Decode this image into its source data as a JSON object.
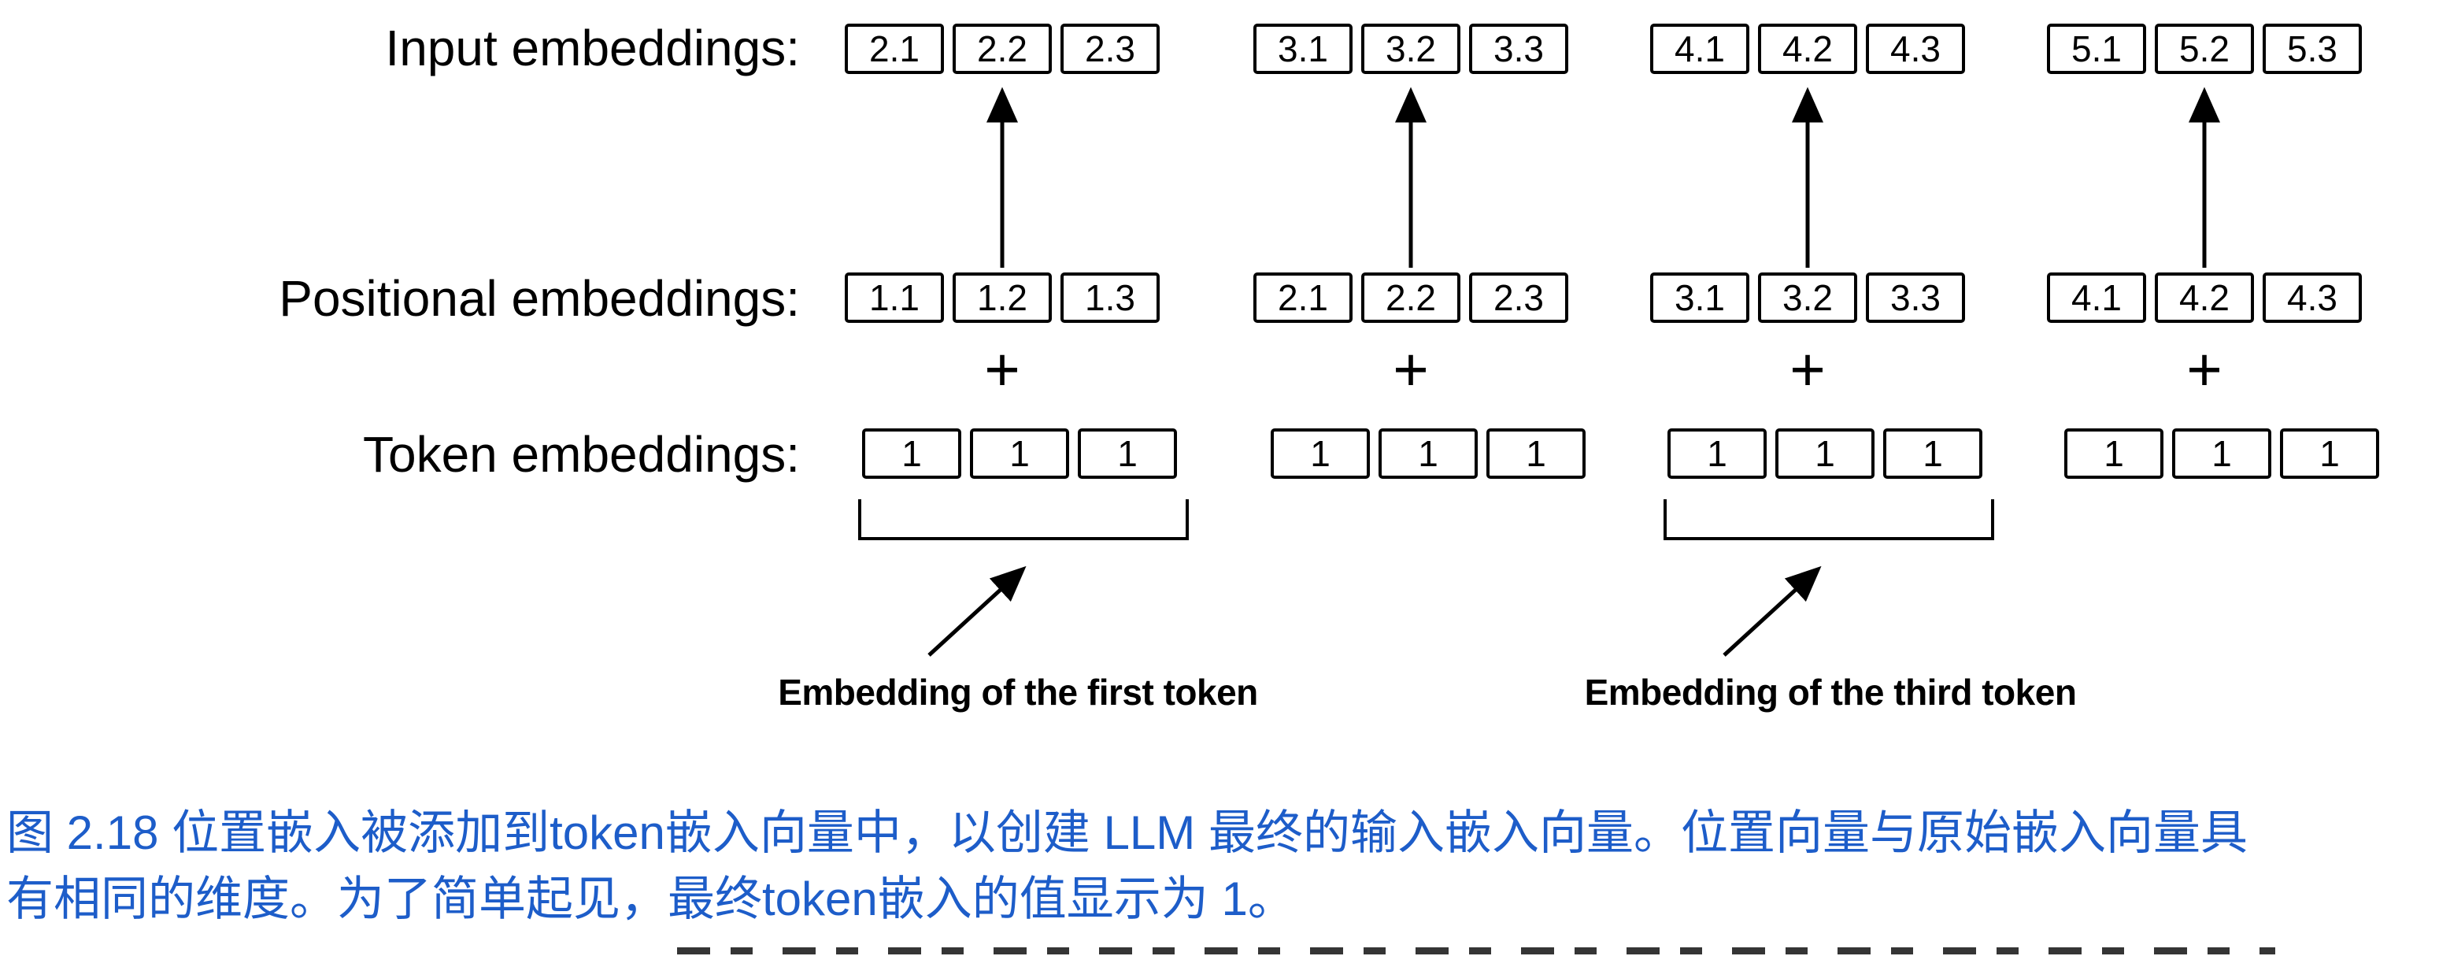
{
  "figure": {
    "row_labels": {
      "input": "Input embeddings:",
      "positional": "Positional embeddings:",
      "token": "Token embeddings:"
    },
    "input_groups": [
      [
        "2.1",
        "2.2",
        "2.3"
      ],
      [
        "3.1",
        "3.2",
        "3.3"
      ],
      [
        "4.1",
        "4.2",
        "4.3"
      ],
      [
        "5.1",
        "5.2",
        "5.3"
      ]
    ],
    "positional_groups": [
      [
        "1.1",
        "1.2",
        "1.3"
      ],
      [
        "2.1",
        "2.2",
        "2.3"
      ],
      [
        "3.1",
        "3.2",
        "3.3"
      ],
      [
        "4.1",
        "4.2",
        "4.3"
      ]
    ],
    "token_groups": [
      [
        "1",
        "1",
        "1"
      ],
      [
        "1",
        "1",
        "1"
      ],
      [
        "1",
        "1",
        "1"
      ],
      [
        "1",
        "1",
        "1"
      ]
    ],
    "plus_operator": "+",
    "annotations": {
      "first_token": "Embedding of the first token",
      "third_token": "Embedding of the third token"
    }
  },
  "caption": {
    "line1": "图 2.18 位置嵌入被添加到token嵌入向量中，以创建 LLM 最终的输入嵌入向量。位置向量与原始嵌入向量具",
    "line2": "有相同的维度。为了简单起见，最终token嵌入的值显示为 1。",
    "text_color": "#1d5dc9"
  }
}
